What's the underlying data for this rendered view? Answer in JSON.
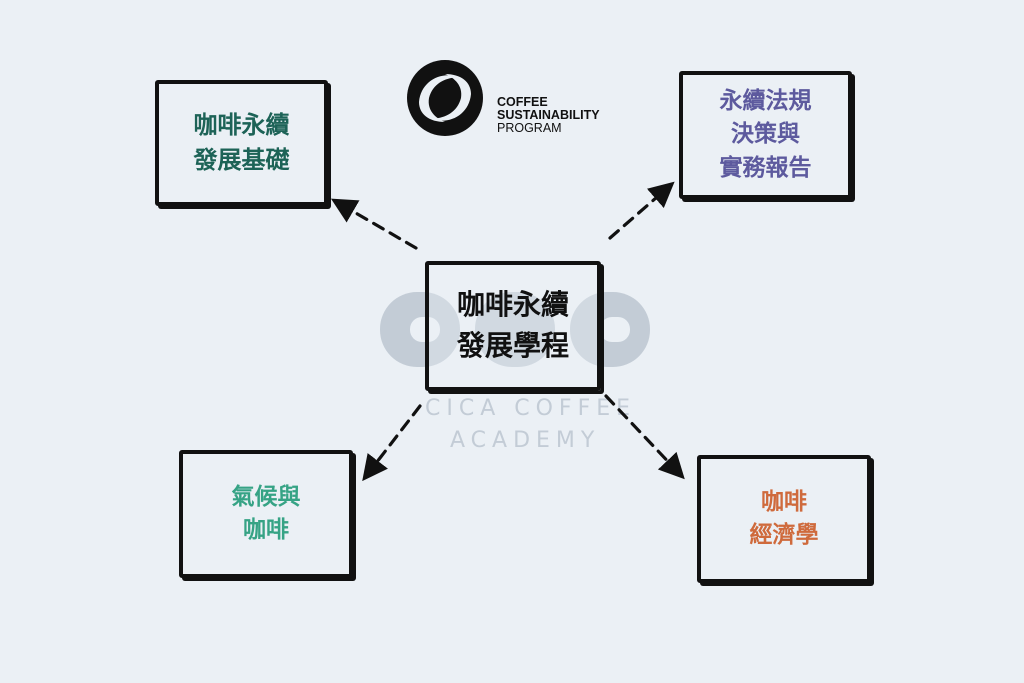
{
  "watermark": {
    "line1": "CICA COFFEE",
    "line2": "ACADEMY"
  },
  "logo": {
    "line1": "COFFEE",
    "line2": "SUSTAINABILITY",
    "line3": "PROGRAM",
    "icon": "circular-swirl-logo"
  },
  "center": {
    "line1": "咖啡永續",
    "line2": "發展學程"
  },
  "topics": {
    "top_left": {
      "line1": "咖啡永續",
      "line2": "發展基礎",
      "color": "#1d6357"
    },
    "top_right": {
      "line1": "永續法規",
      "line2": "決策與",
      "line3": "實務報告",
      "color": "#5d5a9e"
    },
    "bottom_left": {
      "line1": "氣候與",
      "line2": "咖啡",
      "color": "#36a385"
    },
    "bottom_right": {
      "line1": "咖啡",
      "line2": "經濟學",
      "color": "#cf6a3c"
    }
  },
  "colors": {
    "background": "#ebf0f5",
    "border": "#111111",
    "watermark": "#c3ccd6"
  }
}
